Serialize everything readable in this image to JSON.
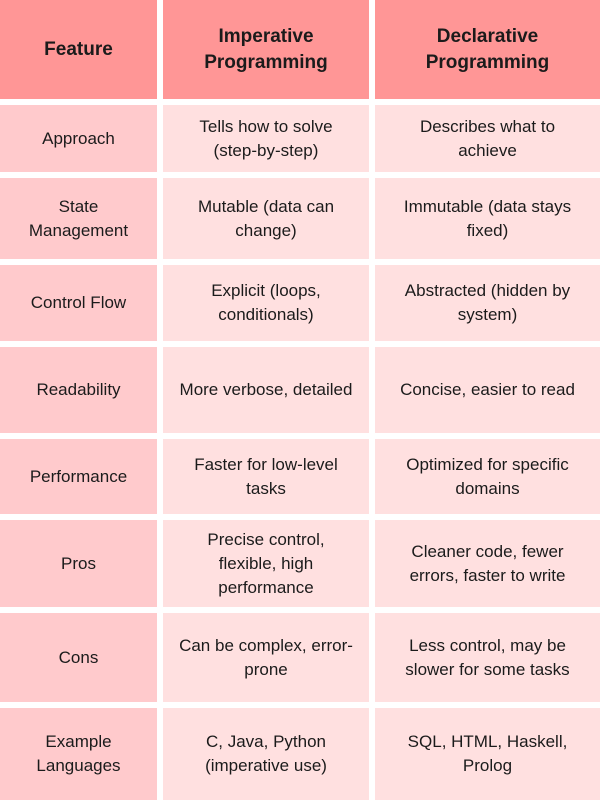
{
  "colors": {
    "header_bg": "#FF9696",
    "feature_col_bg": "#FFCACC",
    "value_bg": "#FFE0E0",
    "text": "#1b1b1b",
    "gap": "#FFFFFF"
  },
  "table": {
    "headers": [
      "Feature",
      "Imperative\nProgramming",
      "Declarative\nProgramming"
    ],
    "rows": [
      {
        "feature": "Approach",
        "imperative": "Tells how to solve\n(step-by-step)",
        "declarative": "Describes what to\nachieve"
      },
      {
        "feature": "State\nManagement",
        "imperative": "Mutable (data can\nchange)",
        "declarative": "Immutable (data stays\nfixed)"
      },
      {
        "feature": "Control Flow",
        "imperative": "Explicit (loops,\nconditionals)",
        "declarative": "Abstracted (hidden by\nsystem)"
      },
      {
        "feature": "Readability",
        "imperative": "More verbose, detailed",
        "declarative": "Concise, easier to read"
      },
      {
        "feature": "Performance",
        "imperative": "Faster for low-level\ntasks",
        "declarative": "Optimized for specific\ndomains"
      },
      {
        "feature": "Pros",
        "imperative": "Precise control,\nflexible, high\nperformance",
        "declarative": "Cleaner code, fewer\nerrors, faster to write"
      },
      {
        "feature": "Cons",
        "imperative": "Can be complex, error-\nprone",
        "declarative": "Less control, may be\nslower for some tasks"
      },
      {
        "feature": "Example\nLanguages",
        "imperative": "C, Java, Python\n(imperative use)",
        "declarative": "SQL, HTML, Haskell,\nProlog"
      }
    ]
  }
}
